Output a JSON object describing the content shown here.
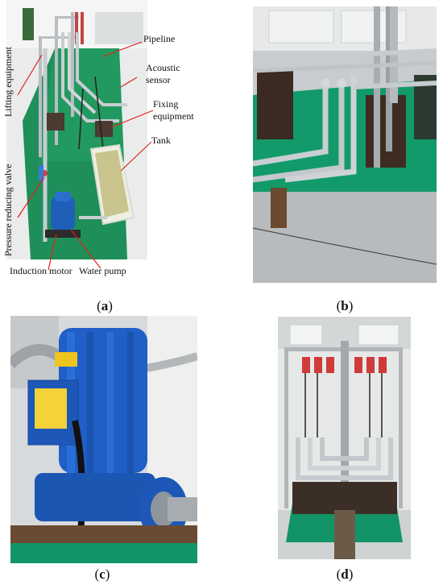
{
  "panel_a": {
    "labels": {
      "pipeline": "Pipeline",
      "acoustic_sensor_1": "Acoustic",
      "acoustic_sensor_2": "sensor",
      "fixing_equipment_1": "Fixing",
      "fixing_equipment_2": "equipment",
      "tank": "Tank",
      "induction_motor": "Induction motor",
      "water_pump": "Water pump",
      "lifting_equipment": "Lifting equipment",
      "pressure_reducing_valve": "Pressure reducing valve"
    },
    "caption": {
      "open": "(",
      "letter": "a",
      "close": ")"
    }
  },
  "panel_b": {
    "caption": {
      "open": "(",
      "letter": "b",
      "close": ")"
    }
  },
  "panel_c": {
    "caption": {
      "open": "(",
      "letter": "c",
      "close": ")"
    }
  },
  "panel_d": {
    "caption": {
      "open": "(",
      "letter": "d",
      "close": ")"
    }
  }
}
